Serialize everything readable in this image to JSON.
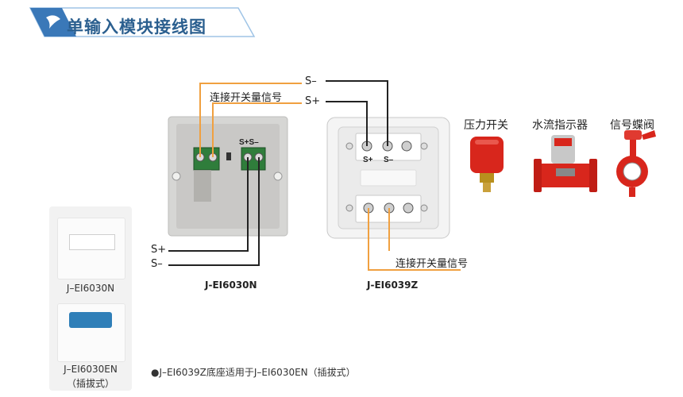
{
  "title": "单输入模块接线图",
  "signals": {
    "s_minus": "S–",
    "s_plus": "S+",
    "switch_signal": "连接开关量信号"
  },
  "terminal_label": "S+S–",
  "terminal_s_plus": "S+",
  "terminal_s_minus": "S–",
  "models": {
    "left": "J-EI6030N",
    "right": "J-EI6039Z"
  },
  "devices": [
    {
      "label": "压力开关"
    },
    {
      "label": "水流指示器"
    },
    {
      "label": "信号蝶阀"
    }
  ],
  "side_panel": {
    "top_caption": "J–EI6030N",
    "bottom_caption_line1": "J–EI6030EN",
    "bottom_caption_line2": "（插拔式）"
  },
  "note": "●J–EI6039Z底座适用于J–EI6030EN（插拔式）",
  "colors": {
    "title": "#2b5f8f",
    "wire_orange": "#f0a040",
    "wire_black": "#222222",
    "device_red": "#d8261c"
  }
}
